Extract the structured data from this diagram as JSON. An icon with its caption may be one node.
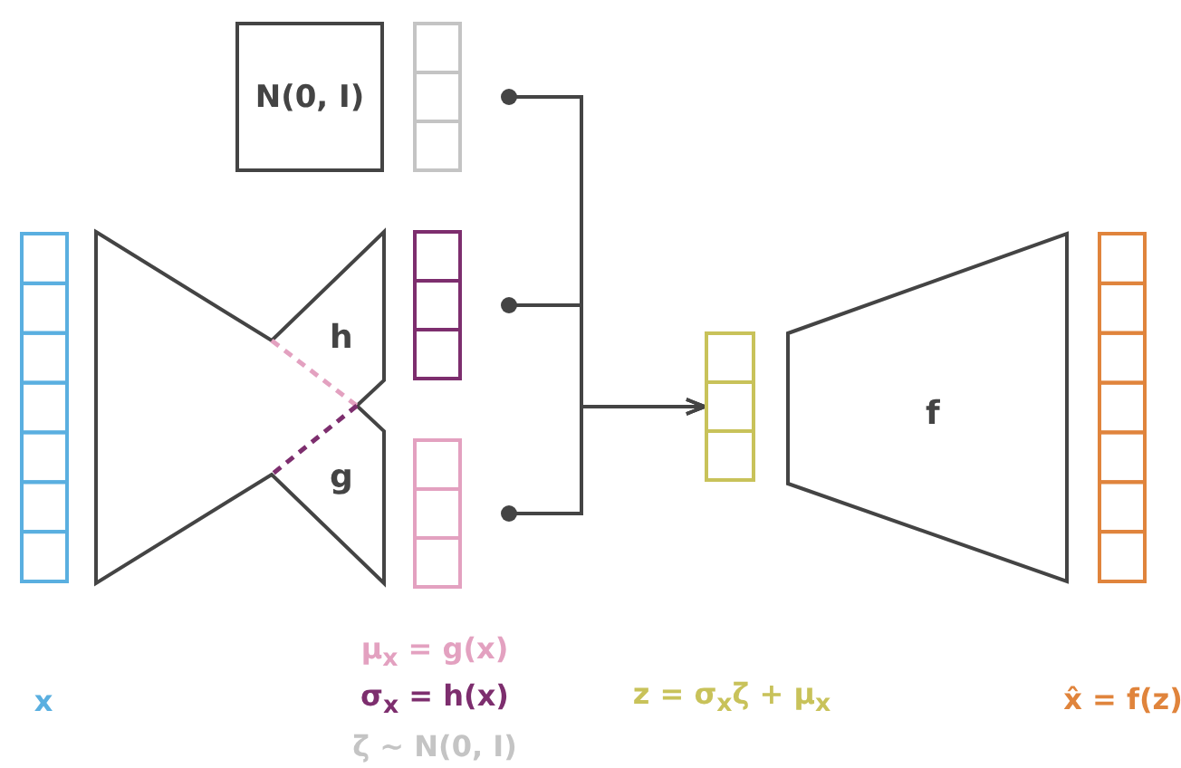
{
  "diagram": {
    "nodes": [
      {
        "text": [
          "N(0, I)"
        ]
      },
      {
        "text": [],
        "shape": "bar"
      },
      {
        "text": [],
        "shape": "bar"
      },
      {
        "text": [
          "h",
          "g"
        ]
      },
      {
        "text": [],
        "shape": "bar"
      },
      {
        "text": [],
        "shape": "bar"
      },
      {
        "text": [],
        "shape": "bar"
      },
      {
        "text": [
          "f"
        ]
      },
      {
        "text": [],
        "shape": "bar"
      }
    ],
    "edges": [
      {
        "from": 1,
        "to": 6,
        "arrow": "to"
      },
      {
        "from": 4,
        "to": 6,
        "arrow": "to"
      },
      {
        "from": 5,
        "to": 6,
        "arrow": "to"
      }
    ],
    "labels": [
      "x",
      "μ$_{x}$ = g(x)",
      "σ$_{x}$ = h(x)",
      "ζ ~ N(0, I)",
      "z = σ$_{x}$ζ + μ$_{x}$",
      "x̂ = f(z)"
    ]
  }
}
